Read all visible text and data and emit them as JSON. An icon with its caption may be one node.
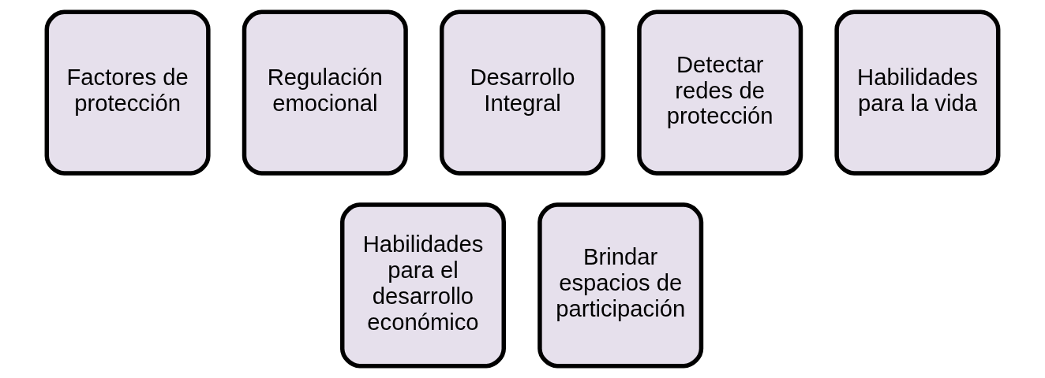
{
  "diagram": {
    "nodes": [
      {
        "text": [
          "Factores de protección"
        ]
      },
      {
        "text": [
          "Regulación emocional"
        ]
      },
      {
        "text": [
          "Desarrollo Integral"
        ]
      },
      {
        "text": [
          "Detectar redes de protección"
        ]
      },
      {
        "text": [
          "Habilidades para la vida"
        ]
      },
      {
        "text": [
          "Habilidades para el desarrollo económico"
        ]
      },
      {
        "text": [
          "Brindar espacios de participación"
        ]
      }
    ]
  }
}
